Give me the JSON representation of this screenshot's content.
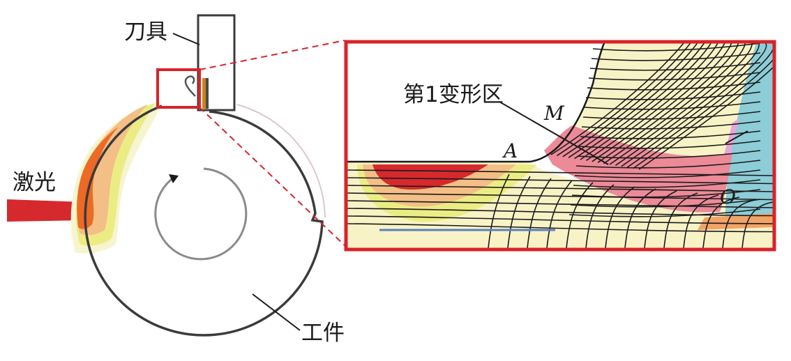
{
  "labels": {
    "tool": "刀具",
    "laser": "激光",
    "workpiece": "工件",
    "deformation_zone": "第1变形区",
    "point_a": "A",
    "point_m": "M",
    "point_o": "O"
  },
  "colors": {
    "frame_red": "#d8232a",
    "laser_red": "#d6292d",
    "heat_orange": "#ec6a24",
    "heat_peach": "#f3bf86",
    "heat_yellow": "#ecec85",
    "heat_pale": "#f7f5cf",
    "mesh_yellow": "#f8f3c6",
    "shear_pink": "#ec8a98",
    "chip_pink": "#e6a6d6",
    "tool_blue": "#8ccdd7",
    "outline_gray": "#3b3b3b"
  }
}
